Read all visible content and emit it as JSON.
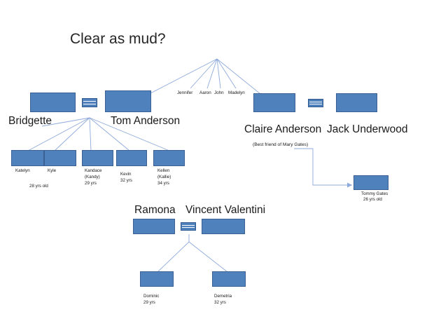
{
  "slide": {
    "title": "Clear as mud?",
    "background_color": "#ffffff",
    "node_fill_color": "#4f81bd",
    "node_border_color": "#3a6094",
    "connector_color": "#8eaadb"
  },
  "couples": [
    {
      "id": "bridgette-tom",
      "left_partner": "Bridgette",
      "right_partner": "Tom Anderson",
      "union_symbol": "equals"
    },
    {
      "id": "claire-jack",
      "left_partner": "Claire Anderson",
      "right_partner": "Jack Underwood",
      "union_symbol": "equals"
    },
    {
      "id": "ramona-vincent",
      "left_partner": "Ramona",
      "right_partner": "Vincent Valentini",
      "union_symbol": "equals"
    }
  ],
  "children_anderson": [
    {
      "name": "Katelyn",
      "detail": "",
      "shared_age": "28 yrs old"
    },
    {
      "name": "Kyle",
      "detail": "",
      "shared_age": ""
    },
    {
      "name": "Kandace",
      "detail": "(Kandy)",
      "age": "29 yrs"
    },
    {
      "name": "Kevin",
      "detail": "",
      "age": "32 yrs"
    },
    {
      "name": "Kellen",
      "detail": "(Kallie)",
      "age": "34 yrs"
    }
  ],
  "grandchildren": [
    {
      "name": "Jennifer"
    },
    {
      "name": "Aaron"
    },
    {
      "name": "John"
    },
    {
      "name": "Madelyn"
    }
  ],
  "children_valentini": [
    {
      "name": "Dominic",
      "age": "29 yrs"
    },
    {
      "name": "Demetria",
      "age": "32 yrs"
    }
  ],
  "notes": {
    "best_friend": "(Best friend of Mary Gates)"
  },
  "friend_node": {
    "name": "Tommy Gates",
    "age": "26 yrs old"
  }
}
